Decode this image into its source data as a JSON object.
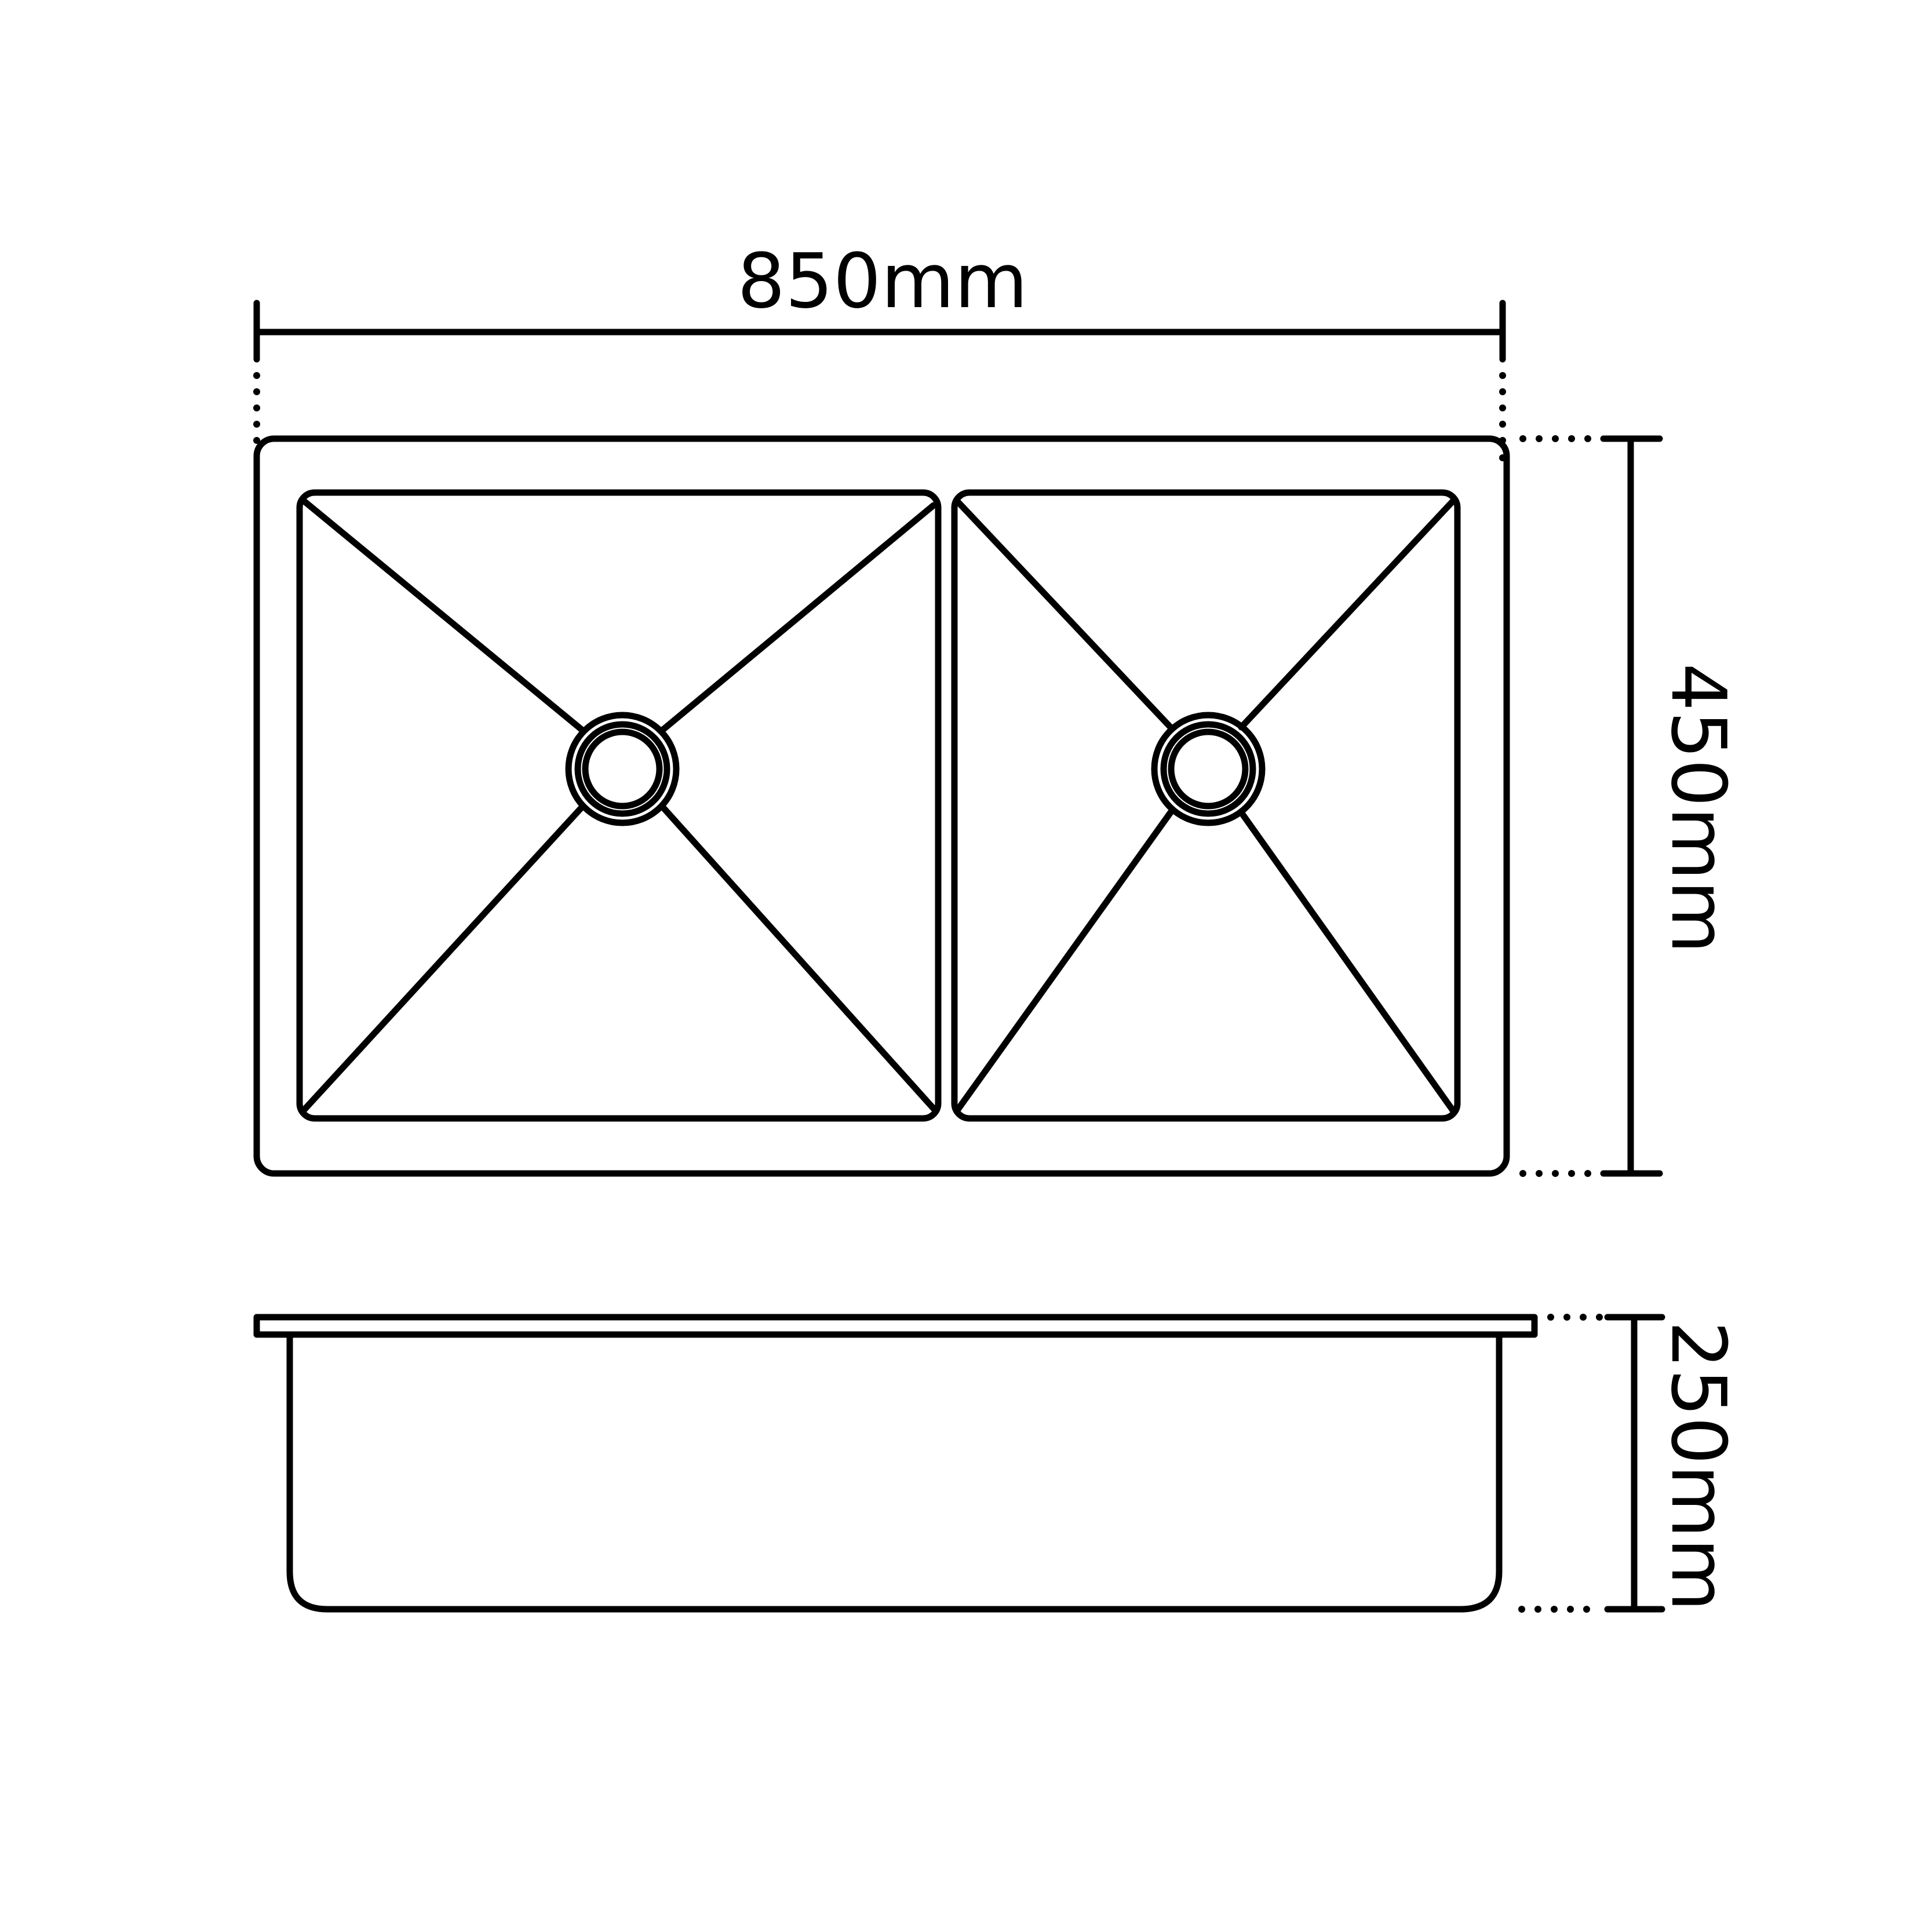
{
  "diagram": {
    "width_label": "850mm",
    "height_label": "450mm",
    "depth_label": "250mm"
  },
  "colors": {
    "line": "#000000",
    "background": "#ffffff"
  }
}
